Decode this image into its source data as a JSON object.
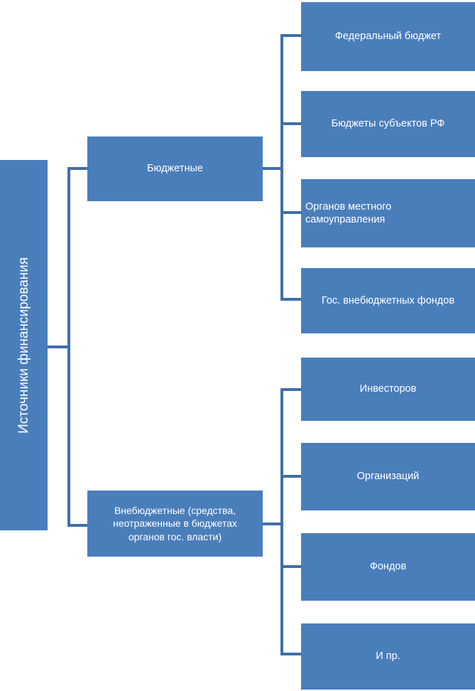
{
  "diagram": {
    "type": "tree",
    "orientation": "left-to-right",
    "colors": {
      "node_fill": "#4a7ebb",
      "node_text": "#ffffff",
      "connector": "#3f6fa8",
      "background": "#ffffff"
    },
    "root": {
      "label": "Источники финансирования"
    },
    "branches": [
      {
        "label": "Бюджетные",
        "children": [
          {
            "label": "Федеральный бюджет"
          },
          {
            "label": "Бюджеты субъектов РФ"
          },
          {
            "label": "Органов местного самоуправления"
          },
          {
            "label": "Гос. внебюджетных фондов"
          }
        ]
      },
      {
        "label": "Внебюджетные (средства, неотраженные в бюджетах органов гос. власти)",
        "children": [
          {
            "label": "Инвесторов"
          },
          {
            "label": "Организаций"
          },
          {
            "label": "Фондов"
          },
          {
            "label": "И пр."
          }
        ]
      }
    ]
  }
}
